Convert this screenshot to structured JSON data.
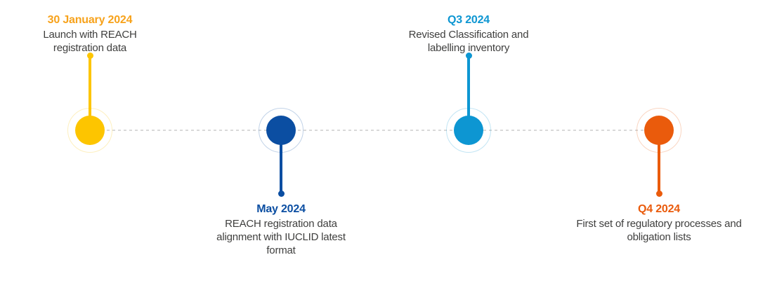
{
  "timeline": {
    "track_color": "#D9D9D9",
    "text_color": "#3F3F3E",
    "items": [
      {
        "date": "30 January 2024",
        "description": "Launch with REACH registration data",
        "date_color": "#F7A21B",
        "dot_color": "#FDC500",
        "position": "above"
      },
      {
        "date": "May 2024",
        "description": "REACH registration data alignment with IUCLID latest format",
        "date_color": "#0B4EA2",
        "dot_color": "#0B4EA2",
        "position": "below"
      },
      {
        "date": "Q3 2024",
        "description": "Revised Classification and labelling inventory",
        "date_color": "#0D96D2",
        "dot_color": "#0D96D2",
        "position": "above"
      },
      {
        "date": "Q4 2024",
        "description": "First set of regulatory processes and obligation lists",
        "date_color": "#EA5B0C",
        "dot_color": "#EA5B0C",
        "position": "below"
      }
    ]
  }
}
